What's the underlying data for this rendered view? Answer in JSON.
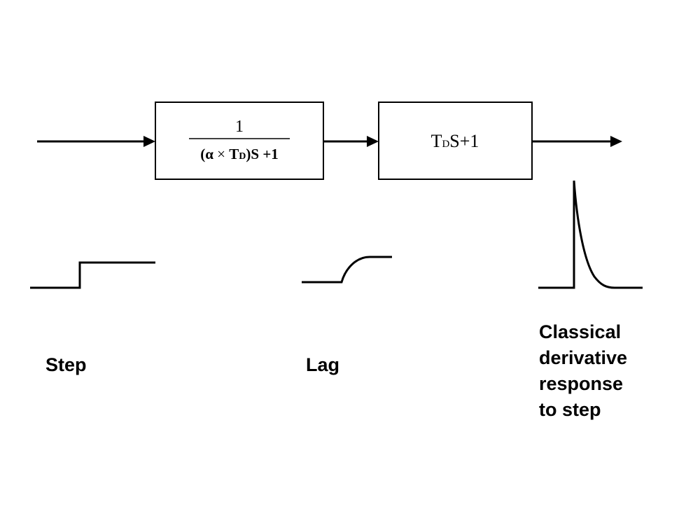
{
  "blocks": {
    "lag": {
      "numerator": "1",
      "den_open": "(",
      "den_alpha": "α",
      "den_times": " × ",
      "den_t": "T",
      "den_sub": "D",
      "den_close": ")S +1"
    },
    "lead": {
      "t": "T",
      "sub": "D",
      "rest": "S+1"
    }
  },
  "waveforms": {
    "step": {
      "label": "Step"
    },
    "lag": {
      "label": "Lag"
    },
    "derivative": {
      "label_lines": [
        "Classical",
        "derivative",
        "response",
        "to step"
      ]
    }
  }
}
